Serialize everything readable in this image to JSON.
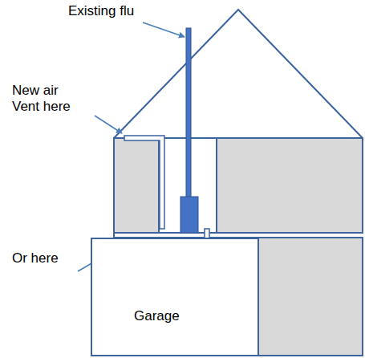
{
  "diagram": {
    "nodes": [
      {
        "text": [
          "Garage"
        ]
      }
    ],
    "labels": [
      "Existing flu",
      "New air Vent here",
      "Or here"
    ]
  }
}
